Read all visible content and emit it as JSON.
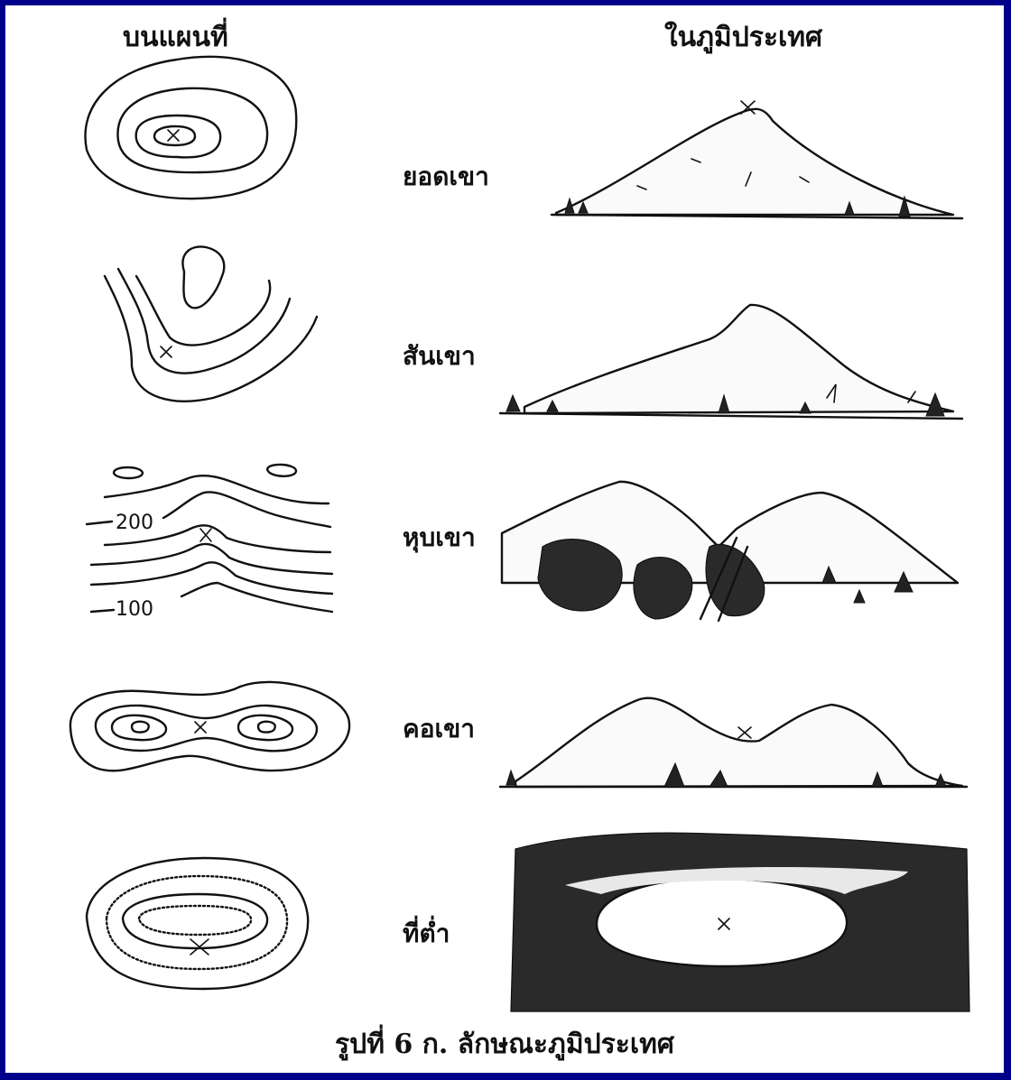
{
  "headers": {
    "map": "บนแผนที่",
    "terrain": "ในภูมิประเทศ"
  },
  "rows": [
    {
      "label": "ยอดเขา"
    },
    {
      "label": "สันเขา"
    },
    {
      "label": "หุบเขา",
      "contour_labels": [
        "200",
        "100"
      ]
    },
    {
      "label": "คอเขา"
    },
    {
      "label": "ที่ต่ำ"
    }
  ],
  "caption": "รูปที่ 6 ก. ลักษณะภูมิประเทศ",
  "colors": {
    "border": "#00008b",
    "paper": "#ffffff",
    "ink": "#111111"
  }
}
